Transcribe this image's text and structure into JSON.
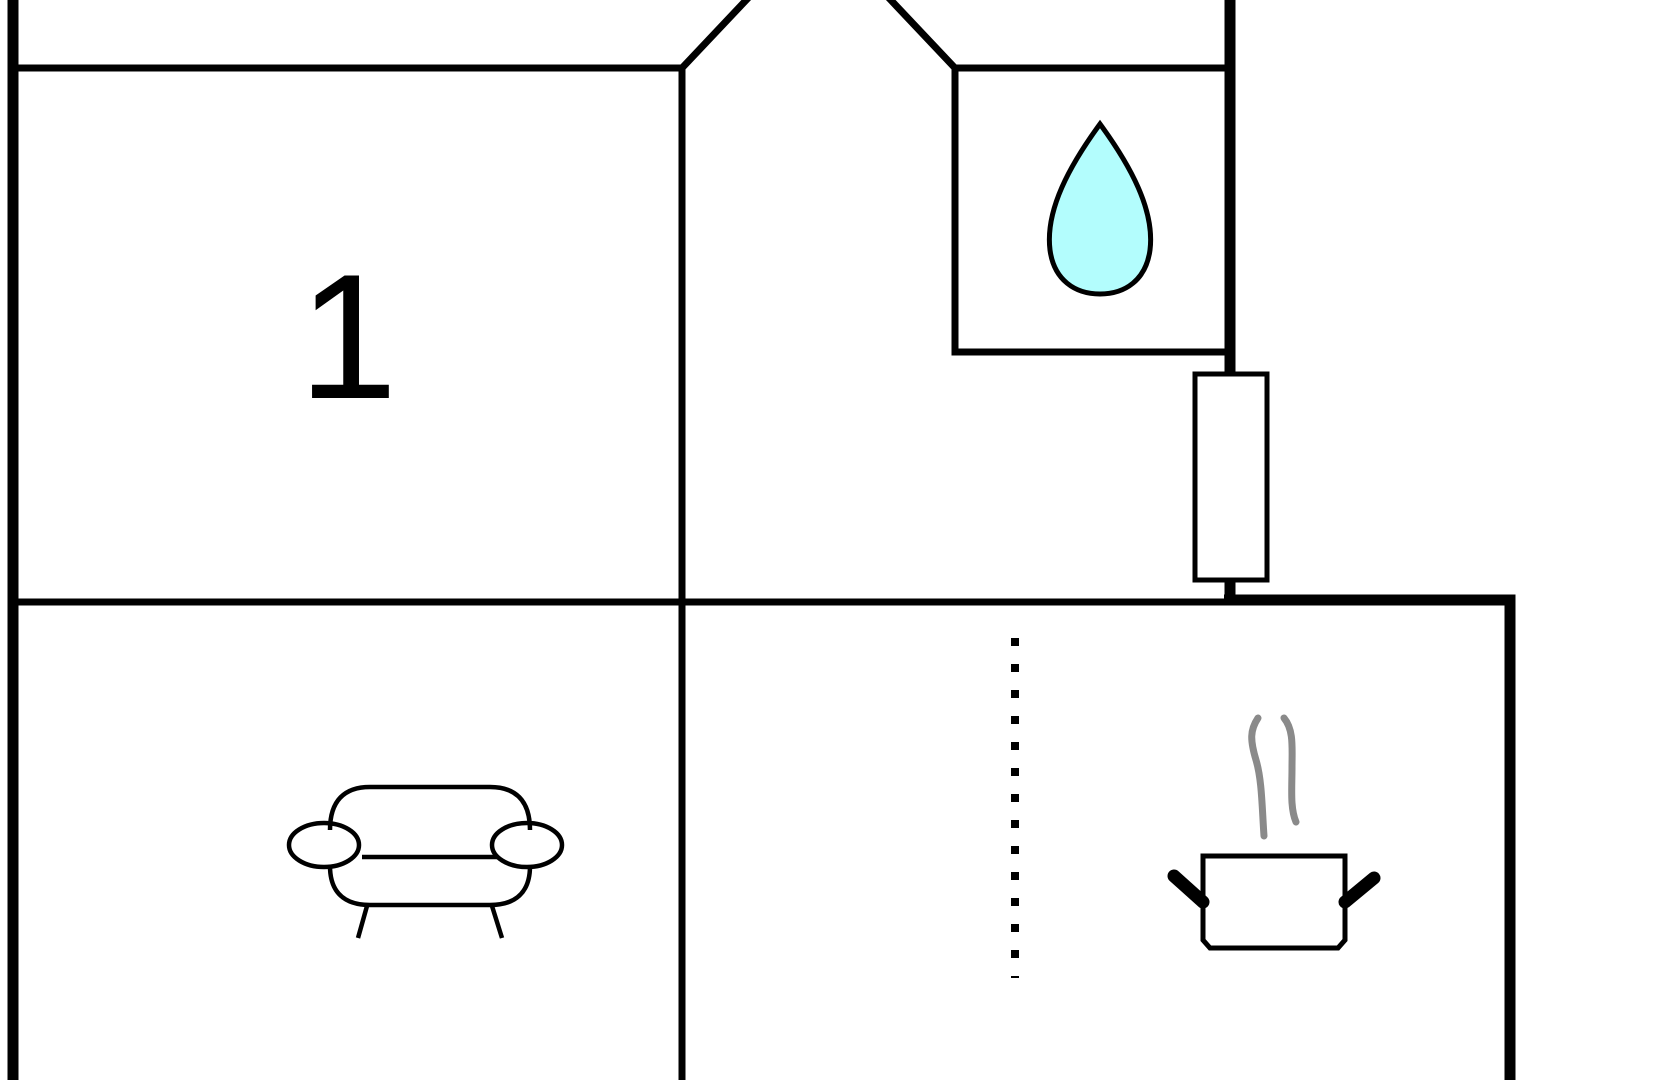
{
  "floorplan": {
    "rooms": [
      {
        "id": "bedroom-1",
        "label": "1",
        "icon": "none"
      },
      {
        "id": "bathroom",
        "label": "",
        "icon": "water-drop-icon"
      },
      {
        "id": "living-room",
        "label": "",
        "icon": "armchair-icon"
      },
      {
        "id": "kitchen",
        "label": "",
        "icon": "cooking-pot-icon"
      }
    ],
    "colors": {
      "walls": "#000000",
      "background": "#ffffff",
      "water_drop": "#b3fdfd",
      "steam": "#8a8a8a"
    }
  }
}
